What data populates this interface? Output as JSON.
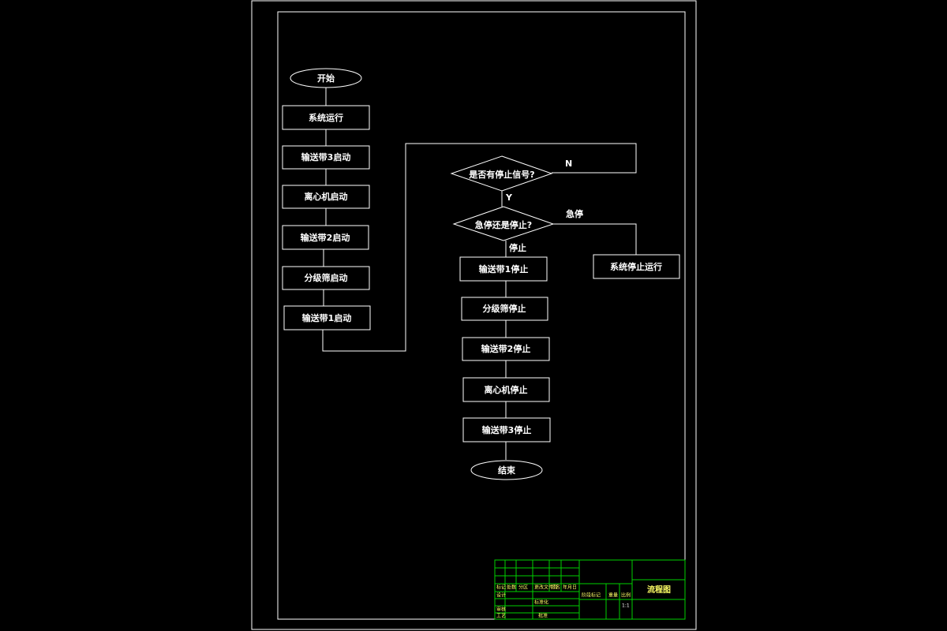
{
  "flowchart": {
    "start": "开始",
    "left_steps": [
      "系统运行",
      "输送带3启动",
      "离心机启动",
      "输送带2启动",
      "分级筛启动",
      "输送带1启动"
    ],
    "decision_stop_signal": "是否有停止信号?",
    "decision_stop_type": "急停还是停止?",
    "edge_no": "N",
    "edge_yes": "Y",
    "edge_emergency": "急停",
    "edge_stop": "停止",
    "emergency_action": "系统停止运行",
    "right_steps": [
      "输送带1停止",
      "分级筛停止",
      "输送带2停止",
      "离心机停止",
      "输送带3停止"
    ],
    "end": "结束"
  },
  "title_block": {
    "drawing_title": "流程图",
    "labels": [
      "标记",
      "处数",
      "分区",
      "更改文件号",
      "签名",
      "年月日",
      "设计",
      "审核",
      "工艺",
      "标准化",
      "阶段标记",
      "重量",
      "比例",
      "批准"
    ],
    "scale": "1:1"
  }
}
